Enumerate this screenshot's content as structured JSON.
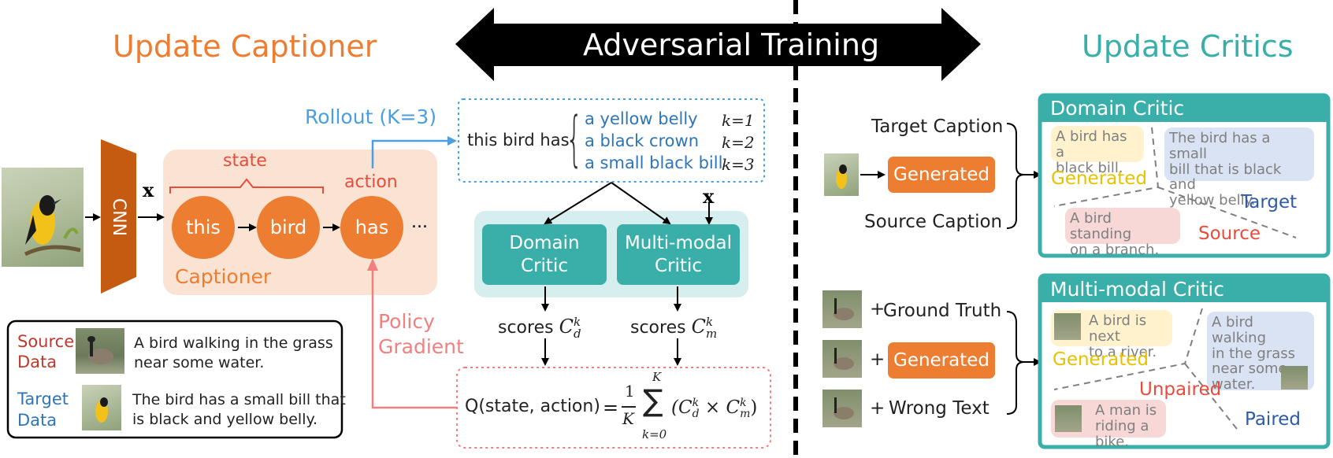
{
  "titles": {
    "update_captioner": "Update Captioner",
    "adversarial_training": "Adversarial Training",
    "update_critics": "Update Critics"
  },
  "captioner": {
    "cnn": "CNN",
    "x": "x",
    "state": "state",
    "action": "action",
    "tokens": [
      "this",
      "bird",
      "has"
    ],
    "ellipsis": "...",
    "label": "Captioner",
    "rollout": "Rollout (K=3)",
    "policy_gradient_1": "Policy",
    "policy_gradient_2": "Gradient"
  },
  "rollout_box": {
    "prefix": "this bird has",
    "brace": "{",
    "lines": [
      {
        "text": "a yellow belly",
        "k": "k=1"
      },
      {
        "text": "a black crown",
        "k": "k=2"
      },
      {
        "text": "a small black bill",
        "k": "k=3"
      }
    ]
  },
  "critics": {
    "x": "x",
    "domain_1": "Domain",
    "domain_2": "Critic",
    "multimodal_1": "Multi-modal",
    "multimodal_2": "Critic",
    "scores": "scores",
    "cd": "C",
    "cd_sub": "d",
    "cd_sup": "k",
    "cm": "C",
    "cm_sub": "m",
    "cm_sup": "k"
  },
  "q_formula": {
    "lhs": "Q(state, action)",
    "eq": "=",
    "frac_num": "1",
    "frac_den": "K",
    "sum_top": "K",
    "sum_sym": "∑",
    "sum_bottom": "k=0",
    "term_open": "(C",
    "d": "d",
    "k": "k",
    "times": "×",
    "c": "C",
    "m": "m",
    "close": ")"
  },
  "legend": {
    "source_1": "Source",
    "source_2": "Data",
    "source_caption_1": "A bird walking in the grass",
    "source_caption_2": "near some water.",
    "target_1": "Target",
    "target_2": "Data",
    "target_caption_1": "The bird has a small bill that",
    "target_caption_2": "is black and yellow belly."
  },
  "domain_panel": {
    "target_caption": "Target Caption",
    "generated": "Generated",
    "source_caption": "Source Caption",
    "title": "Domain Critic",
    "bubble_gen_1": "A bird has a",
    "bubble_gen_2": "black bill.",
    "label_gen": "Generated",
    "bubble_tgt_1": "The bird has a small",
    "bubble_tgt_2": "bill that is black and",
    "bubble_tgt_3": "yellow belly.",
    "label_tgt": "Target",
    "bubble_src_1": "A bird standing",
    "bubble_src_2": "on a branch.",
    "label_src": "Source"
  },
  "mm_panel": {
    "plus": "+",
    "ground_truth": "Ground Truth",
    "generated": "Generated",
    "wrong_text": "Wrong Text",
    "title": "Multi-modal Critic",
    "bubble_gen_1": "A bird is next",
    "bubble_gen_2": "to a river.",
    "label_gen": "Generated",
    "bubble_paired_1": "A bird walking",
    "bubble_paired_2": "in the grass",
    "bubble_paired_3": "near some",
    "bubble_paired_4": "water.",
    "label_paired": "Paired",
    "label_unpaired": "Unpaired",
    "bubble_unp_1": "A man is",
    "bubble_unp_2": "riding a bike."
  },
  "colors": {
    "orange": "#ed7d31",
    "dark_orange": "#c55a11",
    "teal": "#3aafa9",
    "blue": "#4a9fe0",
    "red": "#e57373",
    "yellow_text": "#e8c100",
    "dark_red": "#c0392b"
  }
}
